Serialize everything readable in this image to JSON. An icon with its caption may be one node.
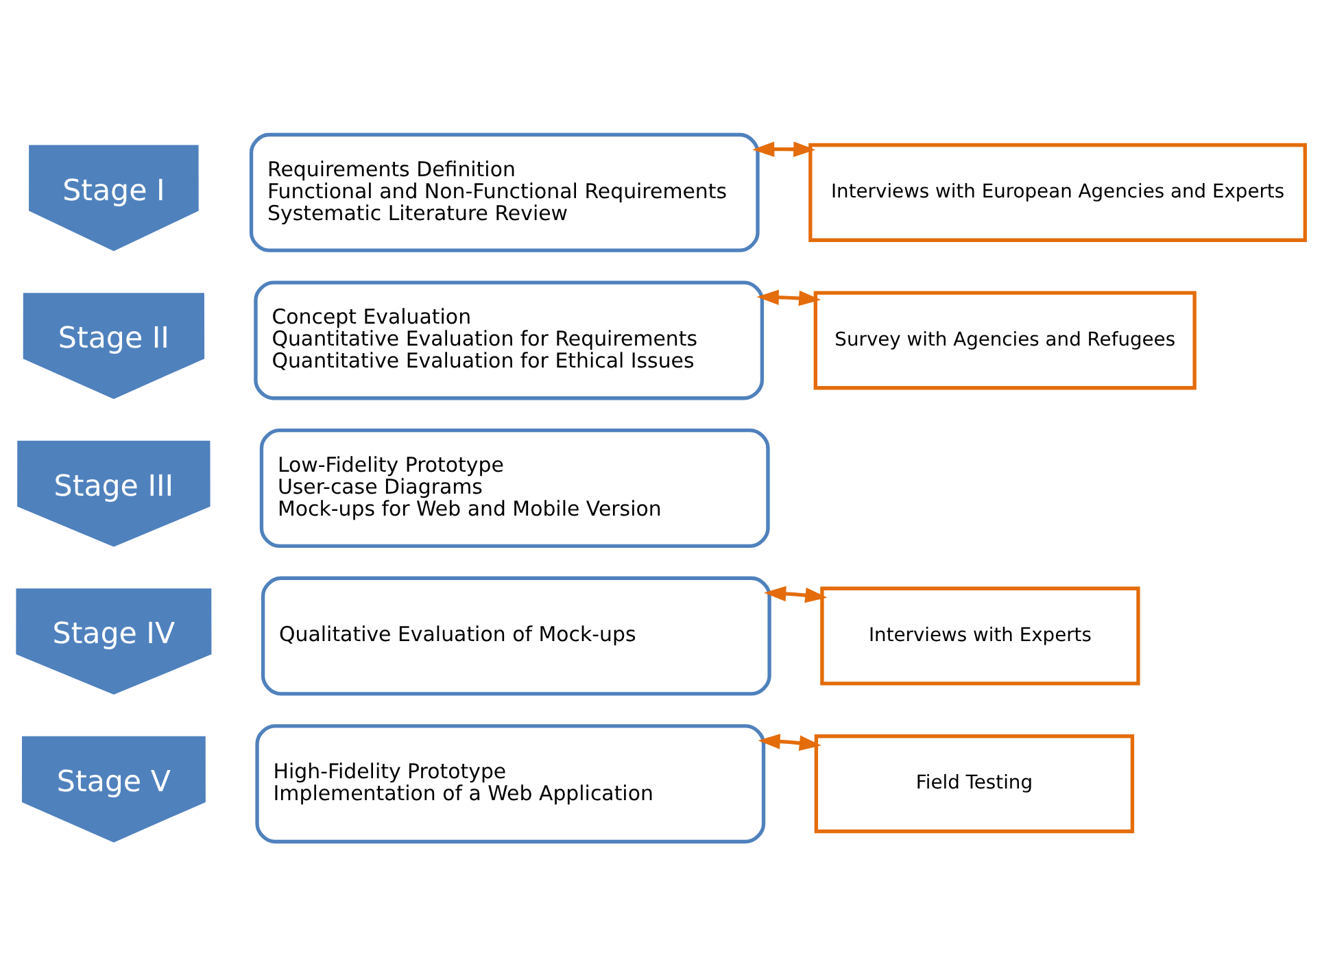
{
  "diagram": {
    "nodes": [
      {
        "text": [
          "Stage I"
        ]
      },
      {
        "text": [
          "Requirements Definition",
          "Functional and Non-Functional Requirements",
          "Systematic Literature Review"
        ]
      },
      {
        "text": [
          "Interviews with European Agencies and Experts"
        ]
      },
      {
        "text": [
          "Stage II"
        ]
      },
      {
        "text": [
          "Concept Evaluation",
          "Quantitative Evaluation for Requirements",
          "Quantitative Evaluation for Ethical Issues"
        ]
      },
      {
        "text": [
          "Survey with Agencies and Refugees"
        ]
      },
      {
        "text": [
          "Stage III"
        ]
      },
      {
        "text": [
          "Low-Fidelity Prototype",
          "User-case Diagrams",
          "Mock-ups for Web and Mobile Version"
        ]
      },
      {
        "text": [
          "Stage IV"
        ]
      },
      {
        "text": [
          "Qualitative Evaluation of Mock-ups"
        ]
      },
      {
        "text": [
          "Interviews with Experts"
        ]
      },
      {
        "text": [
          "Stage V"
        ]
      },
      {
        "text": [
          "High-Fidelity Prototype",
          "Implementation of a Web Application"
        ]
      },
      {
        "text": [
          "Field Testing"
        ]
      }
    ],
    "edges": [
      {
        "from": 1,
        "to": 2,
        "arrow": "both",
        "color": "#e46c0a"
      },
      {
        "from": 4,
        "to": 5,
        "arrow": "both",
        "color": "#e46c0a"
      },
      {
        "from": 9,
        "to": 10,
        "arrow": "both",
        "color": "#e46c0a"
      },
      {
        "from": 12,
        "to": 13,
        "arrow": "both",
        "color": "#e46c0a"
      }
    ]
  }
}
